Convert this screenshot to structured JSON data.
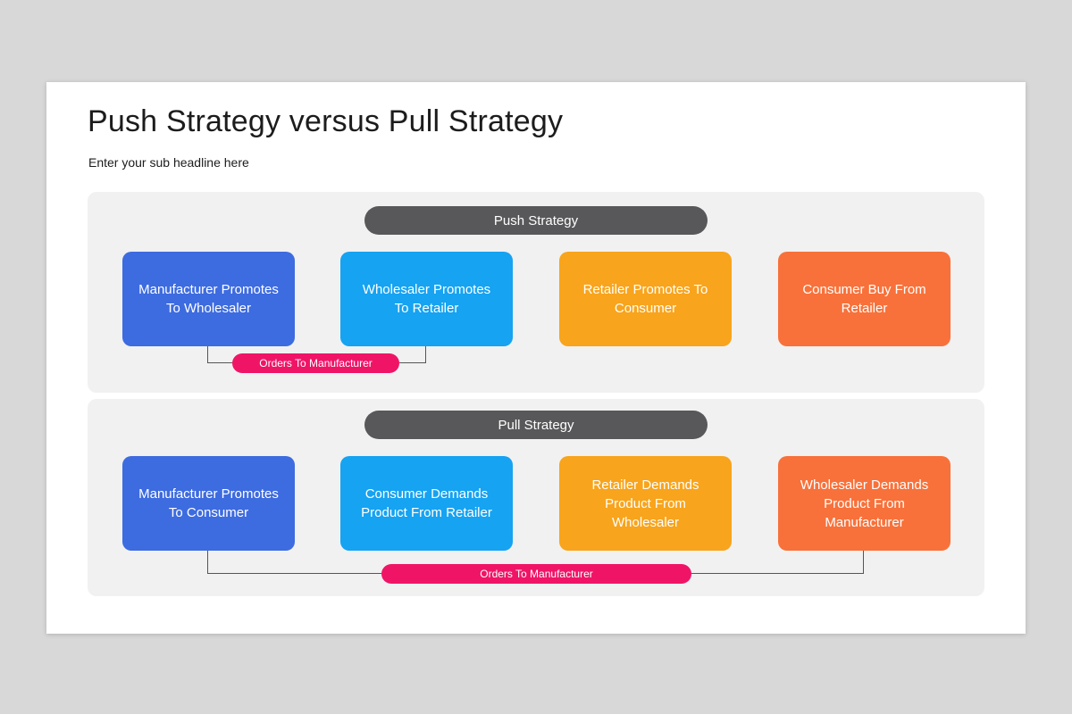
{
  "page": {
    "title": "Push Strategy versus Pull Strategy",
    "subtitle": "Enter your sub headline here"
  },
  "colors": {
    "canvas_background": "#d8d8d8",
    "slide_background": "#ffffff",
    "panel_background": "#f1f1f1",
    "header_pill": "#58585a",
    "connector_pill": "#f01467",
    "connector_line": "#555555"
  },
  "sections": [
    {
      "header": "Push Strategy",
      "boxes": [
        {
          "label": "Manufacturer Promotes To Wholesaler",
          "color": "#3d6be0"
        },
        {
          "label": "Wholesaler Promotes To Retailer",
          "color": "#15a3f2"
        },
        {
          "label": "Retailer Promotes To Consumer",
          "color": "#f8a41c"
        },
        {
          "label": "Consumer Buy From Retailer",
          "color": "#f8713a"
        }
      ],
      "connector_label": "Orders To Manufacturer"
    },
    {
      "header": "Pull Strategy",
      "boxes": [
        {
          "label": "Manufacturer Promotes To Consumer",
          "color": "#3d6be0"
        },
        {
          "label": "Consumer Demands Product From Retailer",
          "color": "#15a3f2"
        },
        {
          "label": "Retailer Demands Product From Wholesaler",
          "color": "#f8a41c"
        },
        {
          "label": "Wholesaler Demands Product From Manufacturer",
          "color": "#f8713a"
        }
      ],
      "connector_label": "Orders To Manufacturer"
    }
  ]
}
